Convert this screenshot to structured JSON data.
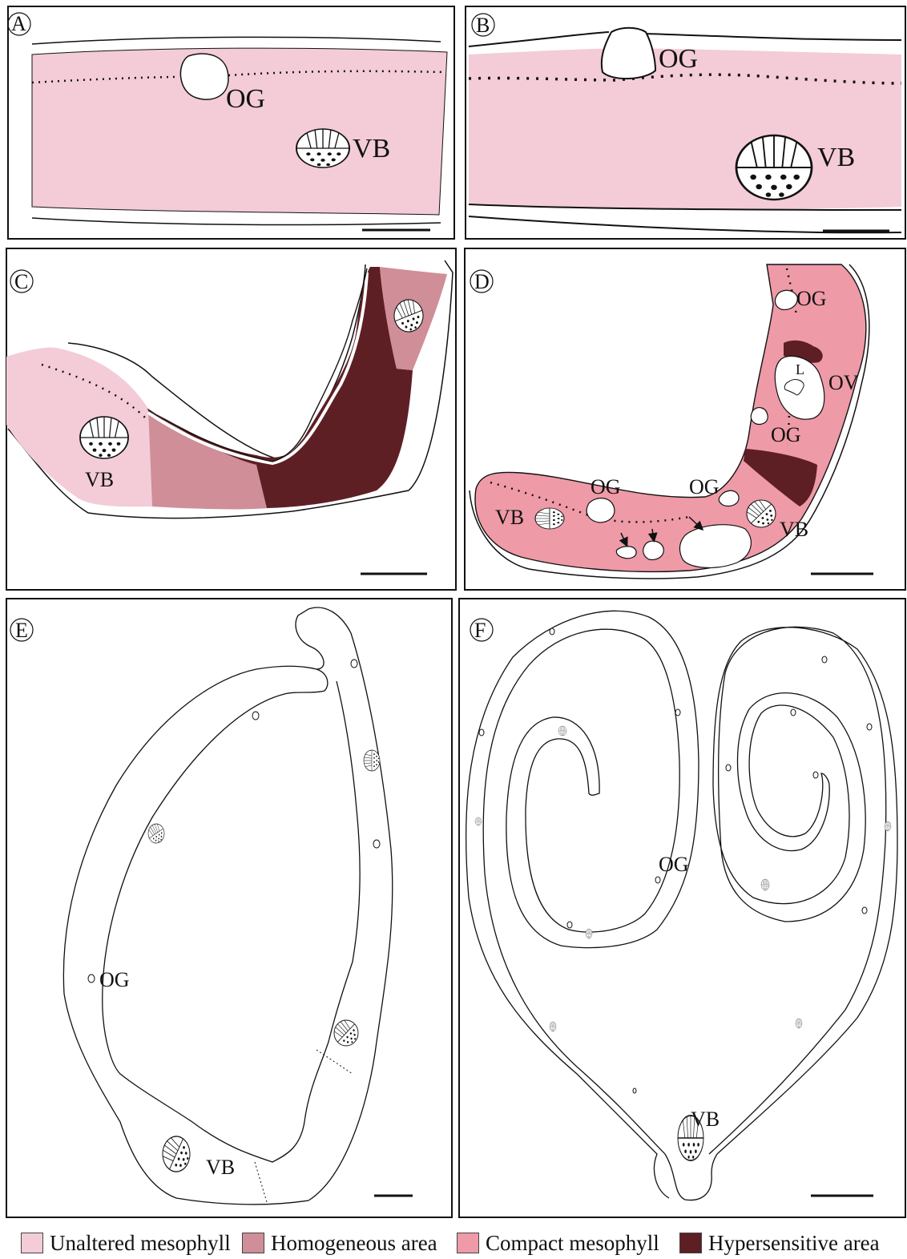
{
  "colors": {
    "unaltered": "#f3ccd7",
    "homogeneous": "#cf8e98",
    "compact": "#ee9aa7",
    "hypersensitive": "#5e1f24",
    "line": "#111111"
  },
  "panels": {
    "a": {
      "letter": "A",
      "labels": {
        "og": "OG",
        "vb": "VB"
      }
    },
    "b": {
      "letter": "B",
      "labels": {
        "og": "OG",
        "vb": "VB"
      }
    },
    "c": {
      "letter": "C",
      "labels": {
        "vb": "VB"
      }
    },
    "d": {
      "letter": "D",
      "labels": {
        "og1": "OG",
        "og2": "OG",
        "og3": "OG",
        "og4": "OG",
        "l": "L",
        "ov": "OV",
        "vb1": "VB",
        "vb2": "VB"
      }
    },
    "e": {
      "letter": "E",
      "labels": {
        "og": "OG",
        "vb": "VB"
      }
    },
    "f": {
      "letter": "F",
      "labels": {
        "og": "OG",
        "vb": "VB"
      }
    }
  },
  "legend": [
    {
      "label": "Unaltered mesophyll",
      "color": "#f3ccd7"
    },
    {
      "label": "Homogeneous area",
      "color": "#cf8e98"
    },
    {
      "label": "Compact mesophyll",
      "color": "#ee9aa7"
    },
    {
      "label": "Hypersensitive area",
      "color": "#5e1f24"
    }
  ]
}
